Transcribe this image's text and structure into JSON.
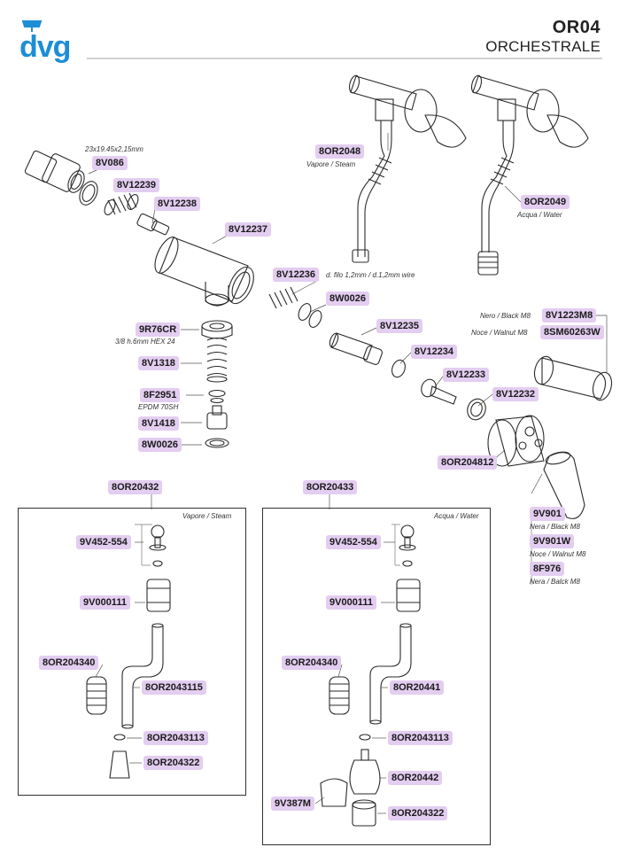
{
  "header": {
    "logo": "dvg",
    "model_code": "OR04",
    "model_name": "ORCHESTRALE",
    "brand_color": "#1c8ed6"
  },
  "tag_color": "#e3cdf0",
  "tags": {
    "p8V086": "8V086",
    "p8V12239": "8V12239",
    "p8V12238": "8V12238",
    "p8V12237": "8V12237",
    "p8V12236": "8V12236",
    "p8W0026_a": "8W0026",
    "p9R76CR": "9R76CR",
    "p8V1318": "8V1318",
    "p8F2951": "8F2951",
    "p8V1418": "8V1418",
    "p8W0026_b": "8W0026",
    "p8V12235": "8V12235",
    "p8V12234": "8V12234",
    "p8V12233": "8V12233",
    "p8V12232": "8V12232",
    "p8OR204812": "8OR204812",
    "p8OR2048": "8OR2048",
    "p8OR2049": "8OR2049",
    "p8V1223M8": "8V1223M8",
    "p8SM60263W": "8SM60263W",
    "p9V901": "9V901",
    "p9V901W": "9V901W",
    "p8F976": "8F976",
    "p8OR20432": "8OR20432",
    "p8OR20433": "8OR20433",
    "s_9V452": "9V452-554",
    "s_9V000111": "9V000111",
    "s_8OR204340": "8OR204340",
    "s_8OR2043115": "8OR2043115",
    "s_8OR2043113": "8OR2043113",
    "s_8OR204322": "8OR204322",
    "w_9V452": "9V452-554",
    "w_9V000111": "9V000111",
    "w_8OR204340": "8OR204340",
    "w_8OR20441": "8OR20441",
    "w_8OR2043113": "8OR2043113",
    "w_8OR20442": "8OR20442",
    "w_9V387M": "9V387M",
    "w_8OR204322": "8OR204322"
  },
  "notes": {
    "n_8V086": "23x19.45x2,15mm",
    "n_8OR2048": "Vapore / Steam",
    "n_8OR2049": "Acqua / Water",
    "n_8V12236": "d. filo 1,2mm / d.1,2mm wire",
    "n_9R76CR": "3/8 h.6mm HEX 24",
    "n_8F2951": "EPDM 70SH",
    "n_black_m8": "Nero / Black M8",
    "n_walnut_m8": "Noce / Walnut M8",
    "n_9V901": "Nera / Black M8",
    "n_9V901W": "Noce / Walnut M8",
    "n_8F976": "Nera / Balck M8",
    "n_box_steam": "Vapore / Steam",
    "n_box_water": "Acqua / Water"
  }
}
